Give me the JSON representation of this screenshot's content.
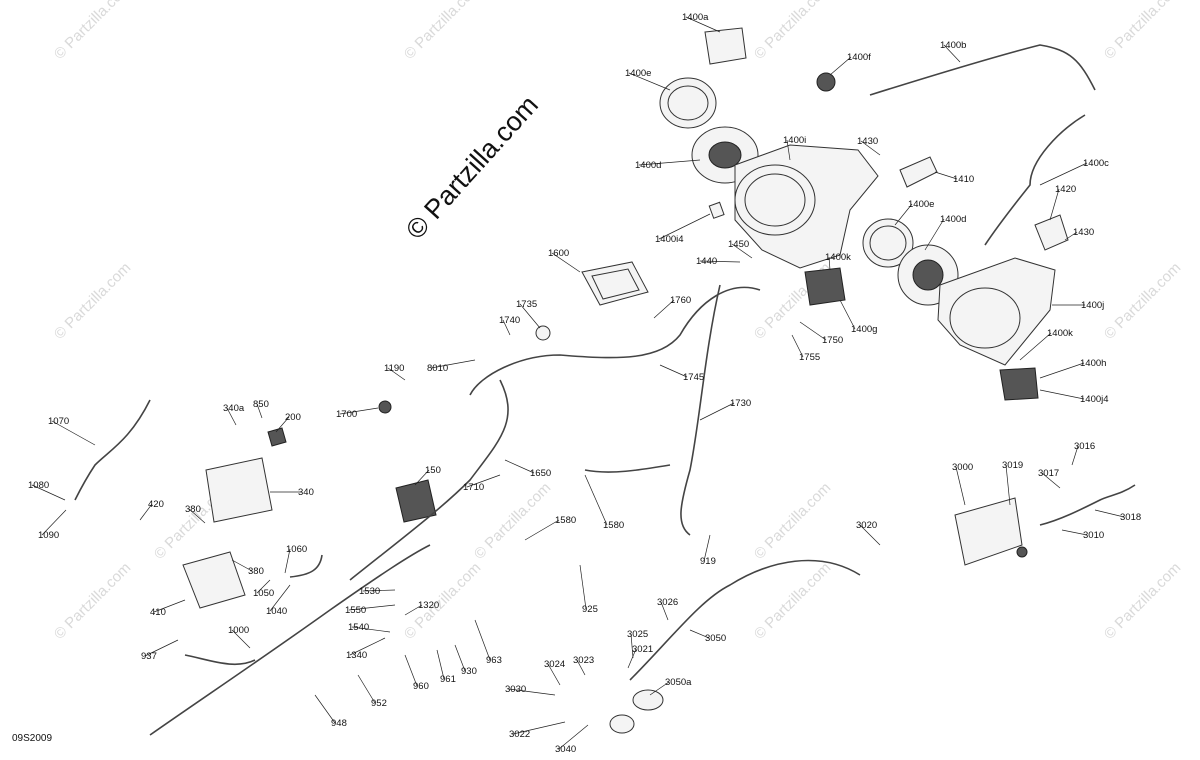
{
  "diagram": {
    "code": "09S2009",
    "watermark": "© Partzilla.com",
    "repeat_watermark": "© Partzilla.com",
    "part_labels": [
      "1400a",
      "1400e",
      "1400f",
      "1400b",
      "1400i",
      "1430",
      "1410",
      "1400d",
      "1400c",
      "1420",
      "1400i4",
      "1400e",
      "1400d",
      "1430",
      "1450",
      "1440",
      "1400k",
      "1600",
      "1760",
      "1735",
      "1740",
      "1400g",
      "1750",
      "1400j",
      "1755",
      "1400k",
      "1400h",
      "1400j4",
      "8010",
      "1745",
      "1190",
      "1730",
      "850",
      "340a",
      "200",
      "1700",
      "1070",
      "1650",
      "150",
      "1710",
      "340",
      "1080",
      "1090",
      "420",
      "380",
      "1580",
      "1580",
      "3016",
      "3019",
      "3000",
      "3017",
      "3018",
      "3010",
      "919",
      "3020",
      "1060",
      "380",
      "1050",
      "410",
      "1040",
      "1530",
      "1550",
      "1320",
      "1540",
      "925",
      "3026",
      "1000",
      "1340",
      "963",
      "3025",
      "3050",
      "937",
      "930",
      "3021",
      "3024",
      "3023",
      "961",
      "960",
      "3050a",
      "3030",
      "952",
      "948",
      "3022",
      "3040"
    ]
  }
}
